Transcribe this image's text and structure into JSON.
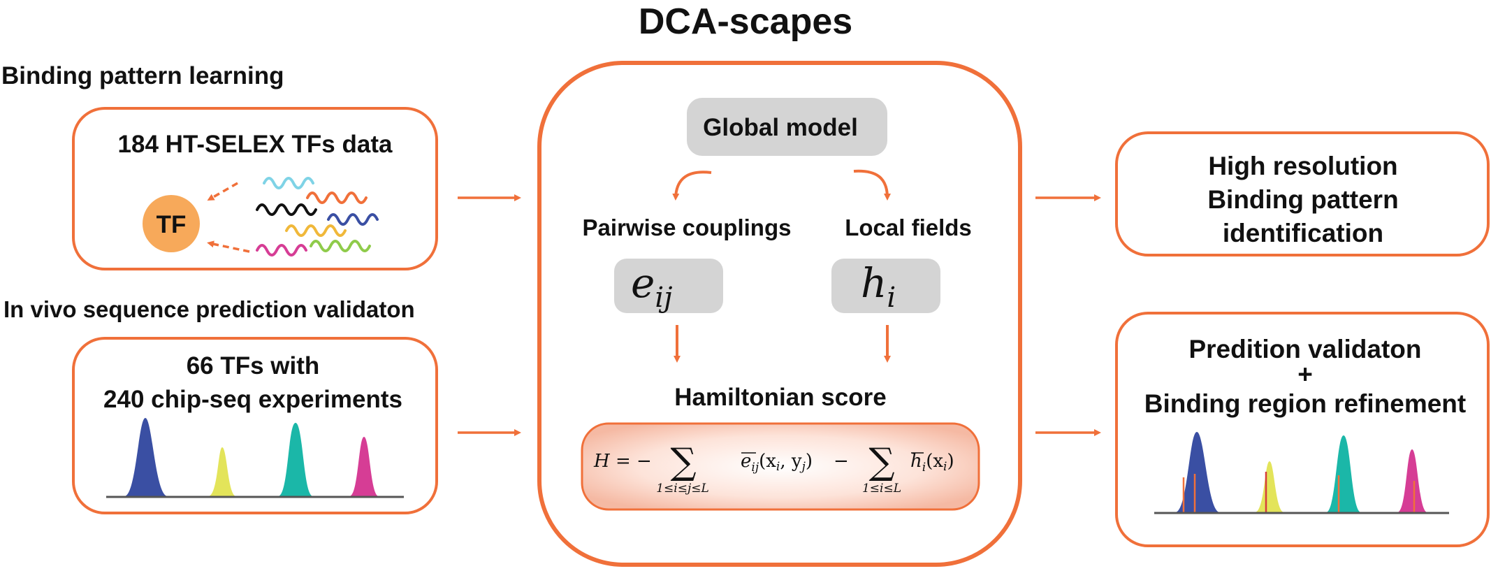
{
  "header": {
    "title": "DCA-scapes"
  },
  "left": {
    "section1_heading": "Binding pattern learning",
    "box1_title": "184 HT-SELEX TFs data",
    "tf_label": "TF",
    "section2_heading": "In vivo sequence prediction validaton",
    "box2_line1": "66 TFs with",
    "box2_line2": "240 chip-seq experiments"
  },
  "center": {
    "global_model": "Global model",
    "pairwise_label": "Pairwise couplings",
    "local_label": "Local fields",
    "eij_symbol": "e",
    "eij_sub": "ij",
    "hi_symbol": "h",
    "hi_sub": "i",
    "hamiltonian_label": "Hamiltonian score",
    "formula": {
      "lhs": "H = −",
      "sum1_sub": "1≤i≤j≤L",
      "term1": "e",
      "term1_sub": "ij",
      "term1_args": "(x",
      "term1_args_i": "i",
      "term1_args_mid": ", y",
      "term1_args_j": "j",
      "term1_args_end": ")",
      "minus": "−",
      "sum2_sub": "1≤i≤L",
      "term2": "h",
      "term2_sub": "i",
      "term2_args": "(x",
      "term2_args_i": "i",
      "term2_args_end": ")"
    }
  },
  "right": {
    "box1_line1": "High resolution",
    "box1_line2": "Binding pattern",
    "box1_line3": "identification",
    "box2_line1": "Predition validaton",
    "box2_line2": "+",
    "box2_line3": "Binding region refinement"
  },
  "colors": {
    "accent_orange": "#f0703a",
    "tf_circle": "#f7a95a",
    "gray_box": "#d4d4d4",
    "peak_blue": "#3a4fa3",
    "peak_yellow": "#e3e45a",
    "peak_teal": "#1bb7a8",
    "peak_magenta": "#d63d95",
    "formula_fill": "#f7c9b8"
  }
}
